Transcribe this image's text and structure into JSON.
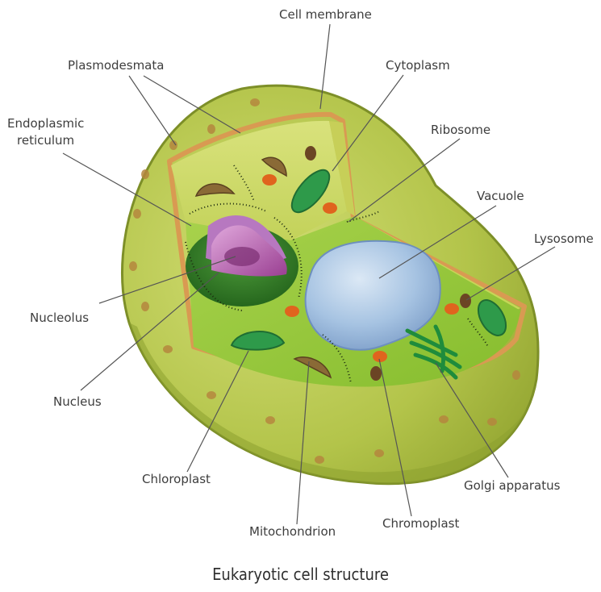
{
  "labels": {
    "cell_membrane": "Cell membrane",
    "plasmodesmata": "Plasmodesmata",
    "cytoplasm": "Cytoplasm",
    "endoplasmic_reticulum_1": "Endoplasmic",
    "endoplasmic_reticulum_2": "reticulum",
    "ribosome": "Ribosome",
    "vacuole": "Vacuole",
    "lysosome": "Lysosome",
    "nucleolus": "Nucleolus",
    "nucleus": "Nucleus",
    "chloroplast": "Chloroplast",
    "mitochondrion": "Mitochondrion",
    "chromoplast": "Chromoplast",
    "golgi_apparatus": "Golgi apparatus"
  },
  "caption": "Eukaryotic cell structure",
  "colors": {
    "outer_wall": "#a9bd44",
    "inner_floor": "#9cc93a",
    "back_wall": "#d5df6a",
    "membrane": "#d99a52",
    "nucleus": "#2f7a24",
    "nucleolus": "#b04fa8",
    "vacuole": "#9fc0e0",
    "chloroplast": "#2e9a4a",
    "chromoplast": "#e0641e",
    "mitochondrion": "#7a5a32",
    "leader_line": "#555555"
  }
}
